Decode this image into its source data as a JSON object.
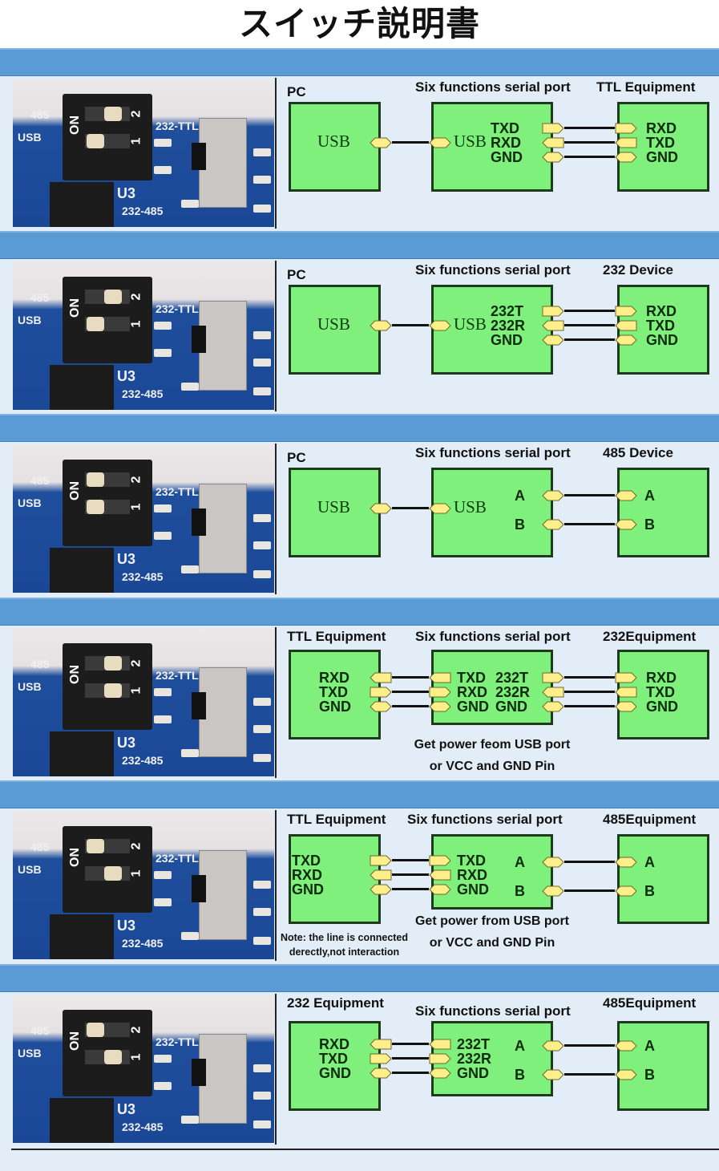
{
  "title": "スイッチ説明書",
  "colors": {
    "band": "#5b9bd5",
    "background": "#e3edf7",
    "box_fill": "#80f07c",
    "box_border": "#1d3a1d",
    "connector_fill": "#ffef8a",
    "wire": "#111111"
  },
  "pcb_labels": {
    "on": "ON",
    "sw1": "1",
    "sw2": "2",
    "p485": "485",
    "usb": "USB",
    "ttl": "232-TTL",
    "u3": "U3",
    "r485": "232-485"
  },
  "panels": [
    {
      "mode": "USB to TTL",
      "left": {
        "title": "PC",
        "pins": [
          "USB"
        ]
      },
      "middle": {
        "title": "Six functions  serial port",
        "left_pins": [
          "USB"
        ],
        "right_pins": [
          "TXD",
          "RXD",
          "GND"
        ]
      },
      "right": {
        "title": "TTL Equipment",
        "pins": [
          "RXD",
          "TXD",
          "GND"
        ]
      },
      "notes": []
    },
    {
      "mode": "USB to 232",
      "left": {
        "title": "PC",
        "pins": [
          "USB"
        ]
      },
      "middle": {
        "title": "Six functions serial port",
        "left_pins": [
          "USB"
        ],
        "right_pins": [
          "232T",
          "232R",
          "GND"
        ]
      },
      "right": {
        "title": "232 Device",
        "pins": [
          "RXD",
          "TXD",
          "GND"
        ]
      },
      "notes": []
    },
    {
      "mode": "USB to 485",
      "left": {
        "title": "PC",
        "pins": [
          "USB"
        ]
      },
      "middle": {
        "title": "Six functions serial port",
        "left_pins": [
          "USB"
        ],
        "right_pins": [
          "A",
          "B"
        ]
      },
      "right": {
        "title": "485 Device",
        "pins": [
          "A",
          "B"
        ]
      },
      "notes": []
    },
    {
      "mode": "TTL to 232",
      "left": {
        "title": "TTL Equipment",
        "pins": [
          "RXD",
          "TXD",
          "GND"
        ]
      },
      "middle": {
        "title": "Six functions serial port",
        "left_pins": [
          "TXD",
          "RXD",
          "GND"
        ],
        "right_pins": [
          "232T",
          "232R",
          "GND"
        ]
      },
      "right": {
        "title": "232Equipment",
        "pins": [
          "RXD",
          "TXD",
          "GND"
        ]
      },
      "notes": [
        "Get power feom USB port",
        "or VCC  and  GND Pin"
      ]
    },
    {
      "mode": "TTL to 485",
      "left": {
        "title": "TTL Equipment",
        "pins": [
          "TXD",
          "RXD",
          "GND"
        ]
      },
      "middle": {
        "title": "Six functions serial port",
        "left_pins": [
          "TXD",
          "RXD",
          "GND"
        ],
        "right_pins": [
          "A",
          "B"
        ]
      },
      "right": {
        "title": "485Equipment",
        "pins": [
          "A",
          "B"
        ]
      },
      "notes": [
        "Get power from  USB port",
        "or VCC and GND Pin"
      ],
      "side_note": [
        "Note: the line is connected",
        "derectly,not interaction"
      ]
    },
    {
      "mode": "232 to 485",
      "left": {
        "title": "232 Equipment",
        "pins": [
          "RXD",
          "TXD",
          "GND"
        ]
      },
      "middle": {
        "title": "Six functions serial port",
        "left_pins": [
          "232T",
          "232R",
          "GND"
        ],
        "right_pins": [
          "A",
          "B"
        ]
      },
      "right": {
        "title": "485Equipment",
        "pins": [
          "A",
          "B"
        ]
      },
      "notes": []
    }
  ]
}
